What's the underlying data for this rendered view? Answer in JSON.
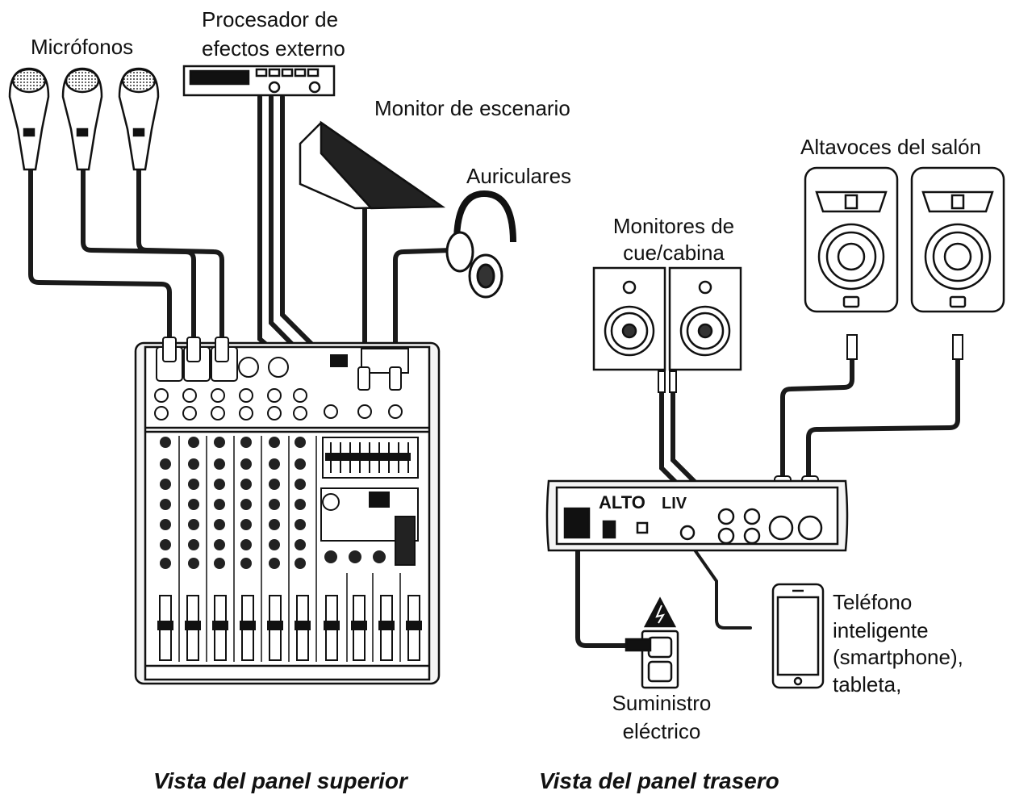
{
  "labels": {
    "microphones": "Micrófonos",
    "fx_line1": "Procesador de",
    "fx_line2": "efectos externo",
    "stage_monitor": "Monitor de escenario",
    "headphones": "Auriculares",
    "cue_line1": "Monitores de",
    "cue_line2": "cue/cabina",
    "room_speakers": "Altavoces del salón",
    "device_line1": "Teléfono",
    "device_line2": "inteligente",
    "device_line3": "(smartphone),",
    "device_line4": "tableta,",
    "power_line1": "Suministro",
    "power_line2": "eléctrico"
  },
  "captions": {
    "top_panel": "Vista del panel superior",
    "rear_panel": "Vista del panel trasero"
  },
  "colors": {
    "line": "#111111",
    "cable": "#1a1a1a",
    "panel": "#f4f4f4"
  }
}
